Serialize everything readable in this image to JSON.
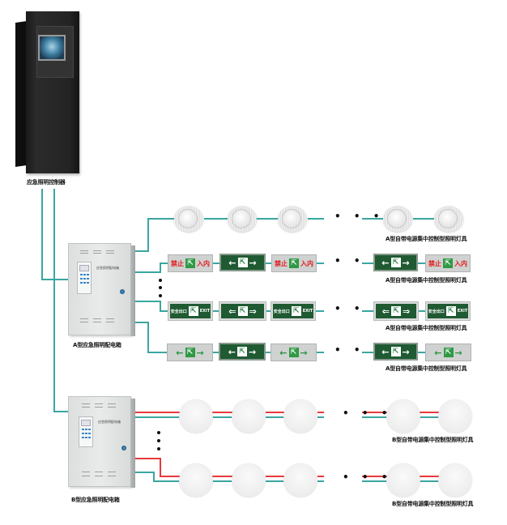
{
  "controller": {
    "label": "应急照明控制器",
    "icon": "controller-cabinet-icon"
  },
  "distribution_boxes": [
    {
      "label": "A型应急照明配电箱",
      "panel_text": "应急照明配电箱"
    },
    {
      "label": "B型应急照明配电箱",
      "panel_text": "应急照明配电箱"
    }
  ],
  "a_rows": [
    {
      "type": "ceiling-lamp",
      "label": "A型自带电源集中控制型照明灯具"
    },
    {
      "type": "no-entry-sign",
      "label": "A型自带电源集中控制型照明灯具",
      "sign_text_left": "禁止",
      "sign_text_right": "入内"
    },
    {
      "type": "exit-sign",
      "label": "A型自带电源集中控制型照明灯具",
      "sign_text_left": "安全出口",
      "sign_text_right": "EXIT"
    },
    {
      "type": "direction-sign",
      "label": "A型自带电源集中控制型照明灯具"
    }
  ],
  "b_rows": [
    {
      "type": "round-lamp",
      "label": "B型自带电源集中控制型照明灯具"
    },
    {
      "type": "round-lamp",
      "label": "B型自带电源集中控制型照明灯具"
    }
  ],
  "ellipsis": "• • •",
  "colors": {
    "wire_teal": "#3aa6a0",
    "wire_red": "#e8393b",
    "sign_green": "#1f5a32",
    "sign_red_text": "#e3191b"
  }
}
